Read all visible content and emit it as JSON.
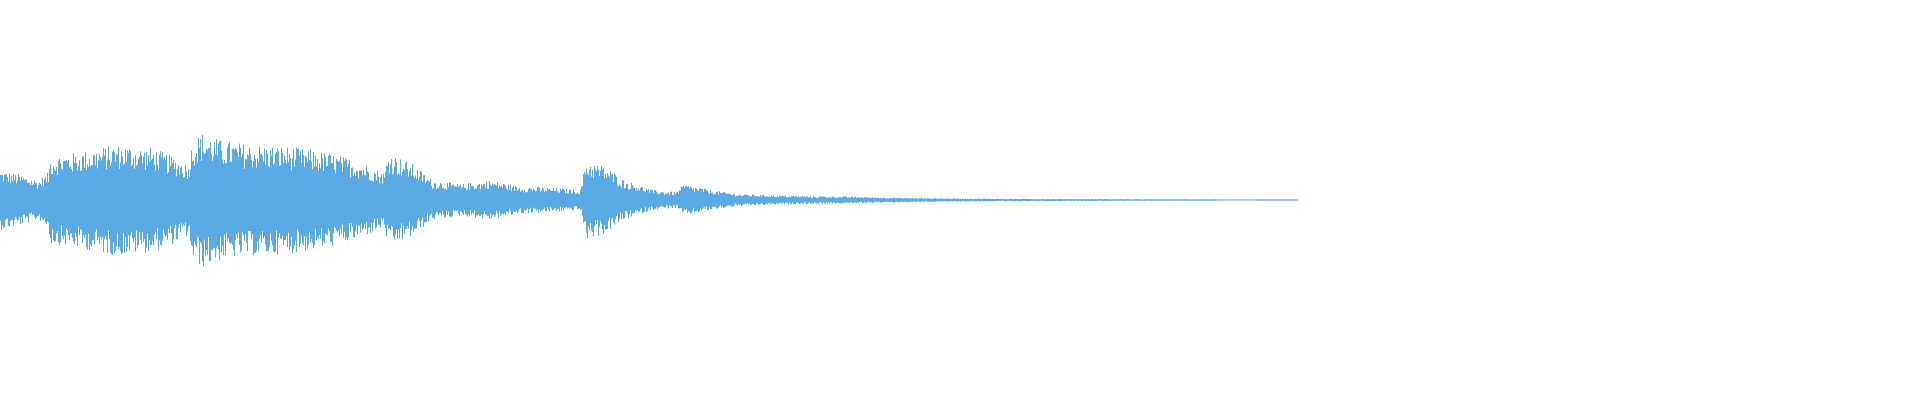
{
  "waveform": {
    "color": "#5aaae5",
    "background": "#ffffff",
    "envelope": [
      [
        0.0,
        0.15
      ],
      [
        0.01,
        0.13
      ],
      [
        0.02,
        0.1
      ],
      [
        0.025,
        0.14
      ],
      [
        0.026,
        0.22
      ],
      [
        0.04,
        0.24
      ],
      [
        0.06,
        0.28
      ],
      [
        0.08,
        0.26
      ],
      [
        0.09,
        0.22
      ],
      [
        0.098,
        0.18
      ],
      [
        0.1,
        0.3
      ],
      [
        0.105,
        0.34
      ],
      [
        0.115,
        0.3
      ],
      [
        0.13,
        0.28
      ],
      [
        0.15,
        0.27
      ],
      [
        0.17,
        0.24
      ],
      [
        0.185,
        0.2
      ],
      [
        0.2,
        0.14
      ],
      [
        0.202,
        0.24
      ],
      [
        0.215,
        0.18
      ],
      [
        0.225,
        0.1
      ],
      [
        0.24,
        0.08
      ],
      [
        0.255,
        0.1
      ],
      [
        0.27,
        0.07
      ],
      [
        0.29,
        0.06
      ],
      [
        0.302,
        0.05
      ],
      [
        0.305,
        0.2
      ],
      [
        0.315,
        0.17
      ],
      [
        0.325,
        0.1
      ],
      [
        0.34,
        0.05
      ],
      [
        0.352,
        0.04
      ],
      [
        0.356,
        0.08
      ],
      [
        0.37,
        0.05
      ],
      [
        0.385,
        0.03
      ],
      [
        0.4,
        0.025
      ],
      [
        0.42,
        0.02
      ],
      [
        0.44,
        0.018
      ],
      [
        0.46,
        0.013
      ],
      [
        0.48,
        0.01
      ],
      [
        0.5,
        0.008
      ],
      [
        0.54,
        0.006
      ],
      [
        0.58,
        0.005
      ],
      [
        0.62,
        0.004
      ],
      [
        0.633,
        0.004
      ],
      [
        0.634,
        0.0
      ],
      [
        0.655,
        0.0
      ],
      [
        0.656,
        0.002
      ],
      [
        0.675,
        0.002
      ],
      [
        0.676,
        0.0
      ],
      [
        1.0,
        0.0
      ]
    ]
  }
}
